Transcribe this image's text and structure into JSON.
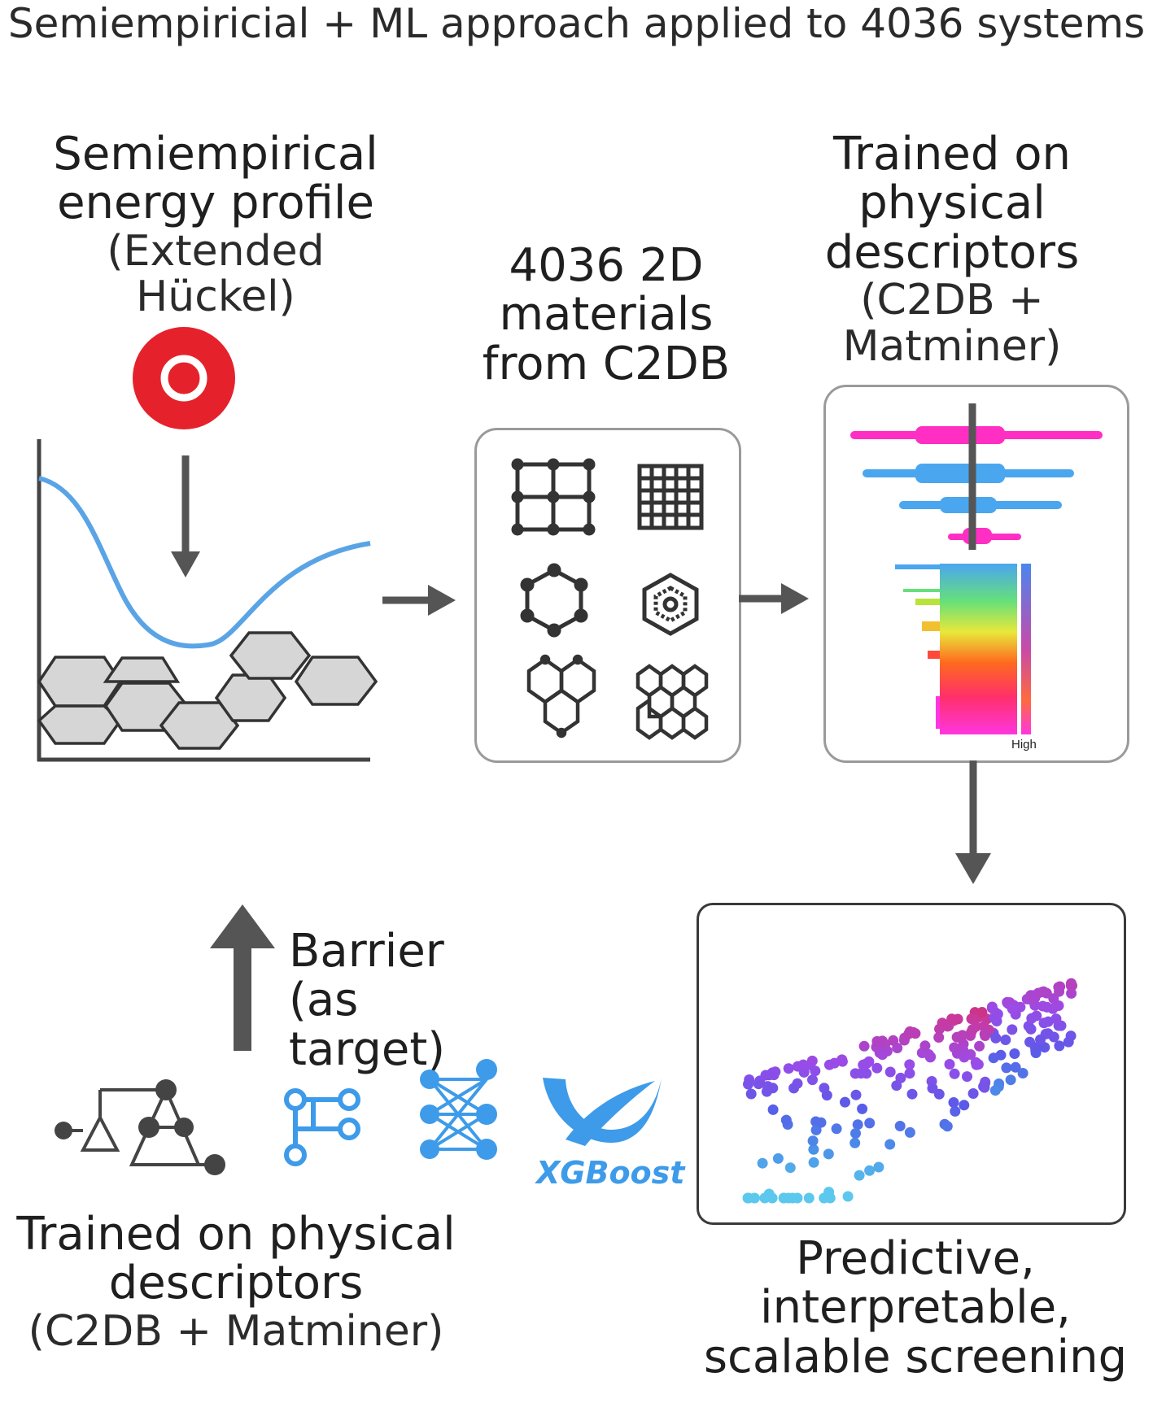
{
  "title": "Semiempiricial + ML approach applied to 4036 systems",
  "step1": {
    "line1": "Semiempirical",
    "line2": "energy profile",
    "line3": "(Extended Hückel)"
  },
  "step2": {
    "line1": "4036 2D",
    "line2": "materials",
    "line3": "from C2DB"
  },
  "step3": {
    "line1": "Trained on",
    "line2": "physical",
    "line3": "descriptors",
    "line4": "(C2DB + Matminer)",
    "colorbar_label": "High"
  },
  "step4": {
    "line1": "Barrier",
    "line2": "(as target)"
  },
  "step5": {
    "line1": "Trained on physical",
    "line2": "descriptors",
    "line3": "(C2DB + Matminer)",
    "logo_text": "XGBoost"
  },
  "step6": {
    "line1": "Predictive,",
    "line2": "interpretable,",
    "line3": "scalable screening"
  },
  "colors": {
    "curve_blue": "#5aa4e6",
    "red_marker": "#e5222b",
    "arrow_gray": "#555555",
    "ml_blue": "#3d9be9",
    "shap_pink": "#ff2fc4",
    "shap_blue": "#4aa6ef"
  },
  "icons": [
    "hexagon-lattice-icon",
    "square-lattice-icon",
    "fine-grid-lattice-icon",
    "hexagon-ring-icon",
    "benzene-ring-icon",
    "triple-hexagon-icon",
    "honeycomb-lattice-icon",
    "decision-tree-icon",
    "graph-network-icon",
    "neural-network-icon",
    "xgboost-logo"
  ]
}
